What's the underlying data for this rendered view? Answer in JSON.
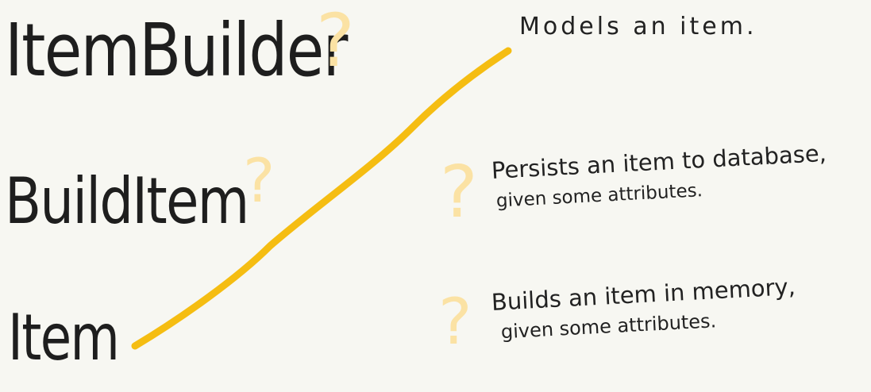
{
  "terms": [
    "ItemBuilder",
    "BuildItem",
    "Item"
  ],
  "question_mark": "?",
  "definitions": [
    {
      "line1": "Models an item.",
      "line2": ""
    },
    {
      "line1": "Persists an item to database,",
      "line2": "given some attributes."
    },
    {
      "line1": "Builds an item in memory,",
      "line2": "given some attributes."
    }
  ],
  "connector": {
    "from": "Item",
    "to": "Models an item.",
    "color": "#f5bd12"
  },
  "colors": {
    "ink": "#1e1e1e",
    "question_mark": "#fbe2a4",
    "connector": "#f5bd12",
    "background": "#f7f7f2"
  }
}
